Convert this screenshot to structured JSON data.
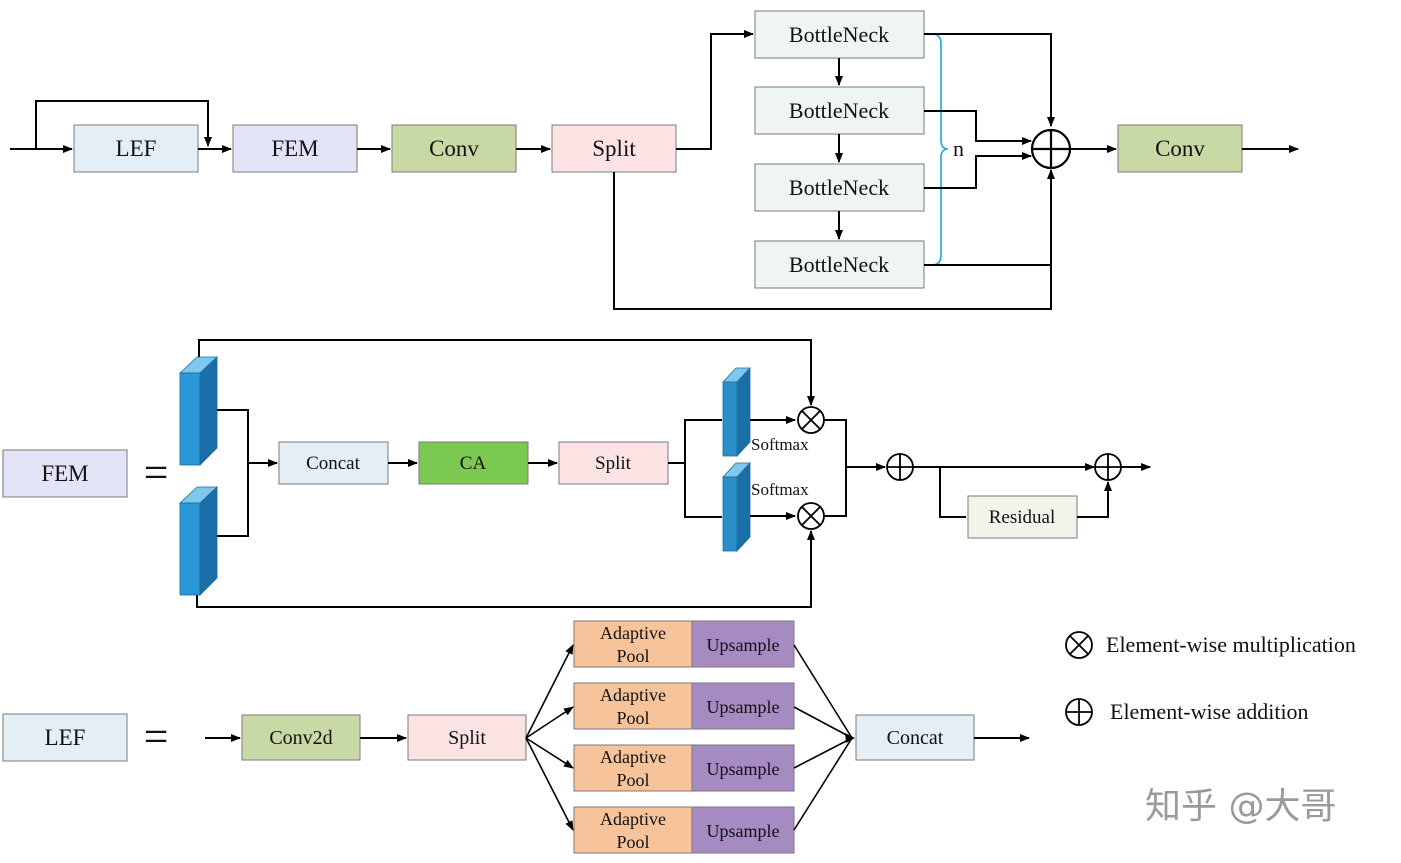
{
  "top": {
    "lef_label": "LEF",
    "fem_label": "FEM",
    "conv1_label": "Conv",
    "split_label": "Split",
    "bottleneck_labels": [
      "BottleNeck",
      "BottleNeck",
      "BottleNeck",
      "BottleNeck"
    ],
    "n_label": "n",
    "conv2_label": "Conv"
  },
  "fem": {
    "title": "FEM",
    "equals": "=",
    "concat_label": "Concat",
    "ca_label": "CA",
    "split_label": "Split",
    "softmax_top": "Softmax",
    "softmax_bottom": "Softmax",
    "residual_label": "Residual"
  },
  "lef": {
    "title": "LEF",
    "equals": "=",
    "conv2d_label": "Conv2d",
    "split_label": "Split",
    "branches": [
      {
        "pool_line1": "Adaptive",
        "pool_line2": "Pool",
        "upsample": "Upsample"
      },
      {
        "pool_line1": "Adaptive",
        "pool_line2": "Pool",
        "upsample": "Upsample"
      },
      {
        "pool_line1": "Adaptive",
        "pool_line2": "Pool",
        "upsample": "Upsample"
      },
      {
        "pool_line1": "Adaptive",
        "pool_line2": "Pool",
        "upsample": "Upsample"
      }
    ],
    "concat_label": "Concat"
  },
  "legend": {
    "mult_label": "Element-wise multiplication",
    "add_label": "Element-wise addition"
  },
  "watermark": "知乎 @大哥",
  "colors": {
    "lef_fill": "#e3eef5",
    "fem_fill": "#e3e3f8",
    "conv_fill": "#c8d9a6",
    "split_fill": "#fbe3e4",
    "bottleneck_fill": "#eef5f4",
    "ca_fill": "#7cc952",
    "pool_fill": "#f6c39b",
    "upsample_fill": "#a58bc1",
    "residual_fill": "#f3f3ec",
    "feature_map_blue": "#2589c4"
  }
}
